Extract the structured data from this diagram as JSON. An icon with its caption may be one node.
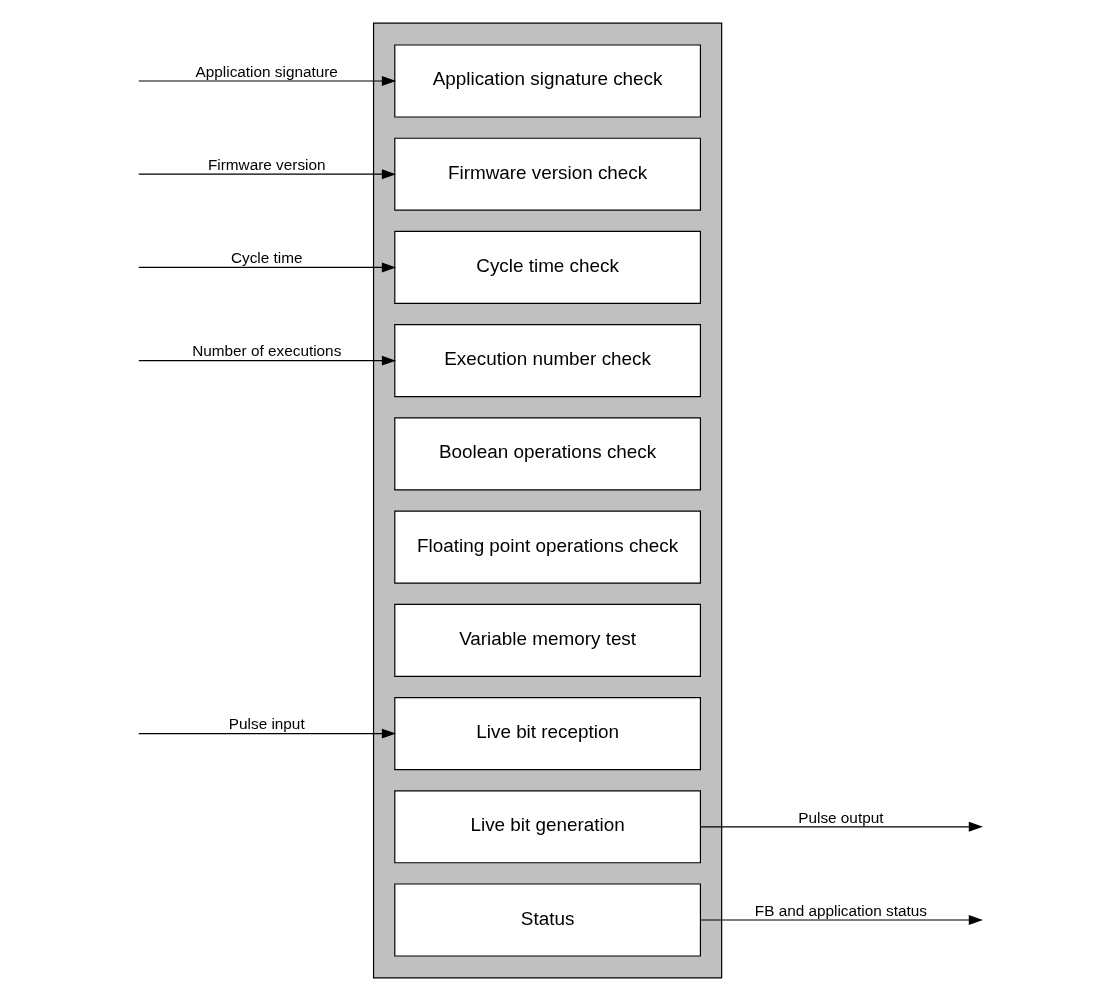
{
  "diagram": {
    "nodes": [
      {
        "text": [],
        "shape": "box"
      },
      {
        "text": [
          "Application signature check"
        ],
        "in": 0
      },
      {
        "text": [
          "Firmware version check"
        ],
        "in": 0
      },
      {
        "text": [
          "Cycle time check"
        ],
        "in": 0
      },
      {
        "text": [
          "Execution number check"
        ],
        "in": 0
      },
      {
        "text": [
          "Boolean operations check"
        ],
        "in": 0
      },
      {
        "text": [
          "Floating point operations check"
        ],
        "in": 0
      },
      {
        "text": [
          "Variable memory test"
        ],
        "in": 0
      },
      {
        "text": [
          "Live bit reception"
        ],
        "in": 0
      },
      {
        "text": [
          "Live bit generation"
        ],
        "in": 0
      },
      {
        "text": [
          "Status"
        ],
        "in": 0
      }
    ],
    "edges": [
      {
        "from": null,
        "to": 1,
        "arrow": "to",
        "label": "Application signature"
      },
      {
        "from": null,
        "to": 2,
        "arrow": "to",
        "label": "Firmware version"
      },
      {
        "from": null,
        "to": 3,
        "arrow": "to",
        "label": "Cycle time"
      },
      {
        "from": null,
        "to": 4,
        "arrow": "to",
        "label": "Number of executions"
      },
      {
        "from": null,
        "to": 8,
        "arrow": "to",
        "label": "Pulse input"
      },
      {
        "from": 9,
        "to": null,
        "arrow": "to",
        "label": "Pulse output"
      },
      {
        "from": 10,
        "to": null,
        "arrow": "to",
        "label": "FB and application status"
      }
    ]
  }
}
